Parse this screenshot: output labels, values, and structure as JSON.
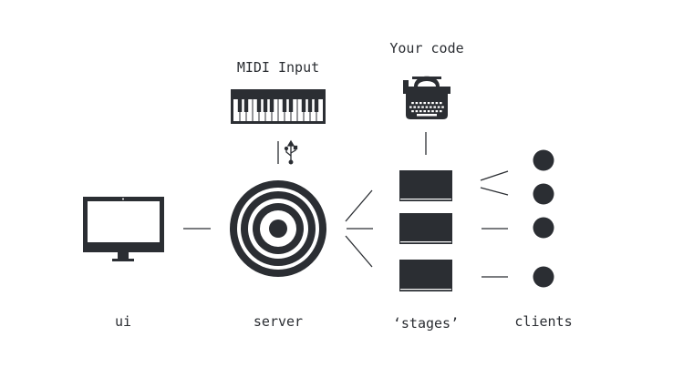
{
  "labels": {
    "your_code": "Your code",
    "midi_input": "MIDI Input",
    "ui": "ui",
    "server": "server",
    "stages": "‘stages’",
    "clients": "clients"
  },
  "colors": {
    "ink": "#2b2e33",
    "background": "#ffffff"
  },
  "icons": {
    "code": "typewriter-icon",
    "midi": "piano-keyboard-icon",
    "midi_link": "usb-icon",
    "ui": "monitor-icon",
    "server": "target-icon",
    "stage": "screen-icon",
    "client": "dot-icon"
  }
}
